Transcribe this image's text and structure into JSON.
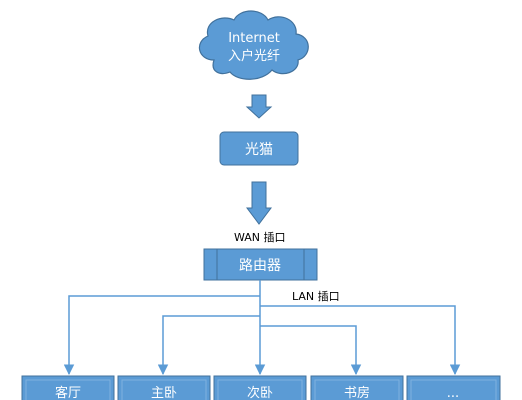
{
  "cloud": {
    "line1": "Internet",
    "line2": "入户光纤"
  },
  "modem": {
    "label": "光猫"
  },
  "wan_label": "WAN 插口",
  "router": {
    "label": "路由器"
  },
  "lan_label": "LAN 插口",
  "rooms": [
    {
      "label": "客厅"
    },
    {
      "label": "主卧"
    },
    {
      "label": "次卧"
    },
    {
      "label": "书房"
    },
    {
      "label": "..."
    }
  ],
  "colors": {
    "fill": "#5b9bd5",
    "stroke": "#41719c",
    "text_light": "#ffffff",
    "text_dark": "#000000"
  }
}
